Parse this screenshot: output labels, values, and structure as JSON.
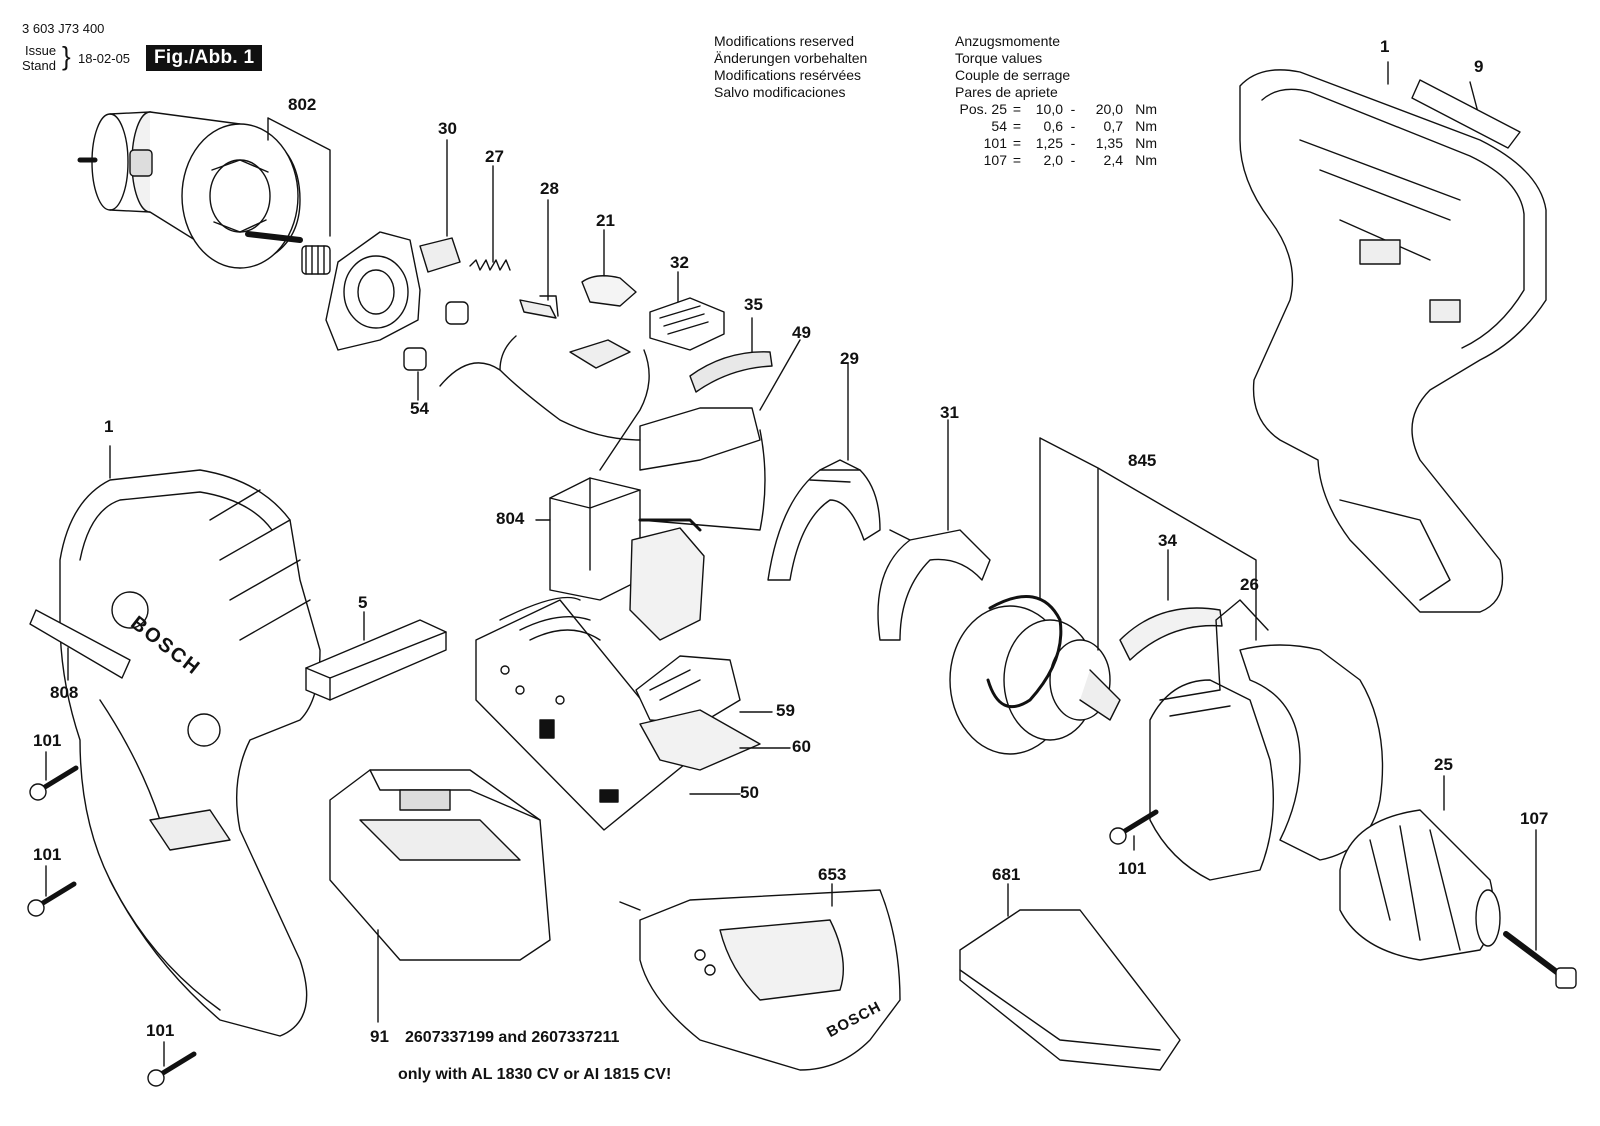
{
  "header": {
    "part_number": "3 603 J73 400",
    "issue_label": "Issue",
    "stand_label": "Stand",
    "brace": "}",
    "date": "18-02-05",
    "figure": "Fig./Abb. 1"
  },
  "notes": {
    "modifications": [
      "Modifications reserved",
      "Änderungen vorbehalten",
      "Modifications resérvées",
      "Salvo modificaciones"
    ],
    "torque_headings": [
      "Anzugsmomente",
      "Torque values",
      "Couple de serrage",
      "Pares de apriete"
    ],
    "torque_rows": [
      {
        "pos": "Pos. 25",
        "eq": "=",
        "min": "10,0",
        "dash": "-",
        "max": "20,0",
        "unit": "Nm"
      },
      {
        "pos": "54",
        "eq": "=",
        "min": "0,6",
        "dash": "-",
        "max": "0,7",
        "unit": "Nm"
      },
      {
        "pos": "101",
        "eq": "=",
        "min": "1,25",
        "dash": "-",
        "max": "1,35",
        "unit": "Nm"
      },
      {
        "pos": "107",
        "eq": "=",
        "min": "2,0",
        "dash": "-",
        "max": "2,4",
        "unit": "Nm"
      }
    ]
  },
  "part_labels": {
    "p802": "802",
    "p30": "30",
    "p27": "27",
    "p28": "28",
    "p21": "21",
    "p32": "32",
    "p35": "35",
    "p49": "49",
    "p29": "29",
    "p31": "31",
    "p845": "845",
    "p34": "34",
    "p26": "26",
    "p1_right": "1",
    "p9": "9",
    "p54": "54",
    "p1_left": "1",
    "p804": "804",
    "p5": "5",
    "p808": "808",
    "p101_a": "101",
    "p101_b": "101",
    "p101_c": "101",
    "p101_d": "101",
    "p59": "59",
    "p60": "60",
    "p50": "50",
    "p25": "25",
    "p107": "107",
    "p653": "653",
    "p681": "681",
    "p91": "91"
  },
  "housing_brand": "BOSCH",
  "charger_brand": "BOSCH",
  "footer": {
    "battery_numbers": "2607337199 and 2607337211",
    "compatibility": "only with AL 1830 CV or AI 1815 CV!"
  }
}
